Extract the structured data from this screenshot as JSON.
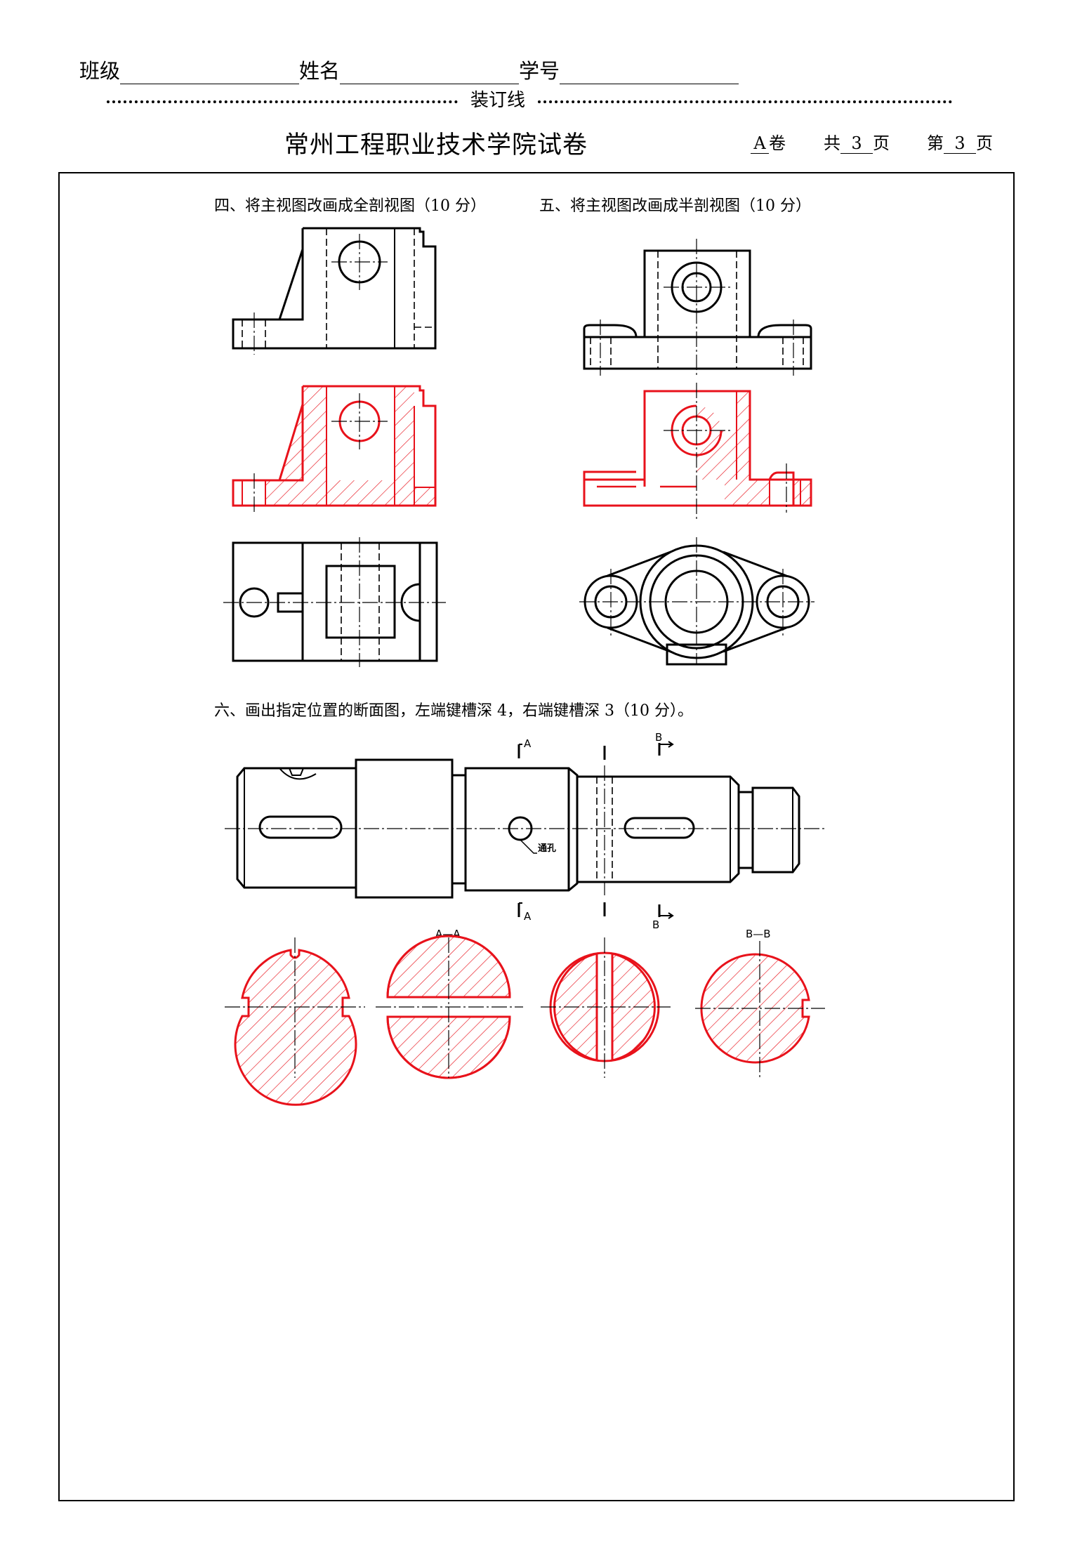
{
  "header": {
    "class_label": "班级",
    "name_label": "姓名",
    "id_label": "学号",
    "binding_line": "装订线",
    "school_title": "常州工程职业技术学院试卷",
    "paper_type": "A",
    "paper_suffix": "卷",
    "total_prefix": "共",
    "total_pages": "3",
    "page_unit": "页",
    "current_prefix": "第",
    "current_page": "3",
    "current_unit": "页"
  },
  "questions": {
    "q4": "四、将主视图改画成全剖视图（10 分）",
    "q5": "五、将主视图改画成半剖视图（10 分）",
    "q6": "六、画出指定位置的断面图，左端键槽深 4，右端键槽深 3（10 分）。"
  },
  "drawing_labels": {
    "section_a": "A",
    "section_b": "B",
    "through_hole": "通孔",
    "section_aa": "A—A",
    "section_bb": "B—B"
  },
  "colors": {
    "ink": "#000000",
    "answer": "#e8121b"
  }
}
